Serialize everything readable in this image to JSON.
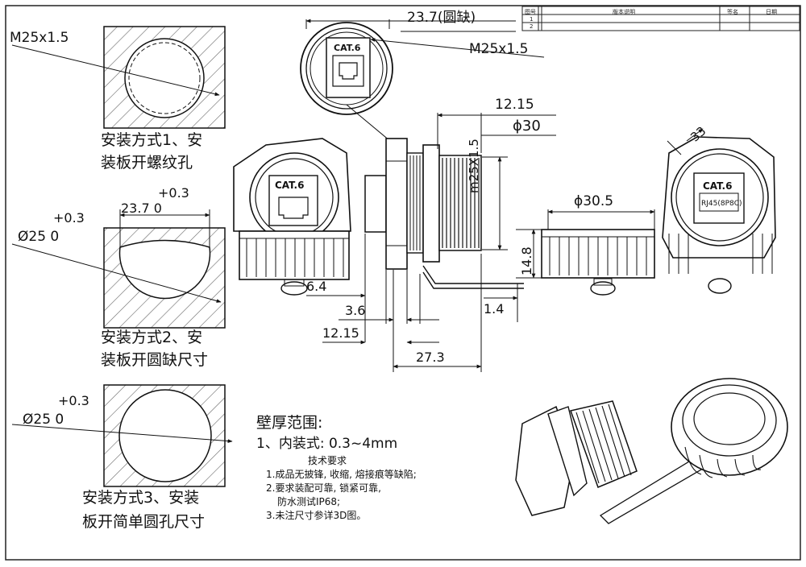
{
  "title_block": {
    "col1": "图号",
    "col2": "版本说明",
    "col3": "签名",
    "col4": "日期",
    "row2": "1",
    "row3": "2"
  },
  "method1": {
    "thread_label": "M25x1.5",
    "caption_line1": "安装方式1、安",
    "caption_line2": "装板开螺纹孔"
  },
  "method2": {
    "tol_a": "+0.3",
    "width_label": "23.7 0",
    "tol_b": "+0.3",
    "dia_label": "Ø25 0",
    "caption_line1": "安装方式2、安",
    "caption_line2": "装板开圆缺尺寸"
  },
  "method3": {
    "tol": "+0.3",
    "dia_label": "Ø25 0",
    "caption_line1": "安装方式3、安装",
    "caption_line2": "板开简单圆孔尺寸"
  },
  "front_view": {
    "flat_label": "23.7(圆缺)",
    "thread_label": "M25x1.5",
    "badge": "CAT.6"
  },
  "side_view": {
    "dim_1215_top": "12.15",
    "dia_30": "ϕ30",
    "thread_vertical": "m25X1.5",
    "dim_64": "6.4",
    "dim_36": "3.6",
    "dim_1215_bottom": "12.15",
    "dim_273": "27.3",
    "dim_14": "1.4",
    "dim_148": "14.8",
    "dia_305": "ϕ30.5",
    "hex_33": "33"
  },
  "left_view": {
    "badge": "CAT.6"
  },
  "right_view": {
    "badge": "CAT.6",
    "rj45": "RJ45(8P8C)"
  },
  "notes": {
    "heading": "壁厚范围:",
    "line1": "1、内装式: 0.3~4mm",
    "tech_title": "技术要求",
    "req1": "1.成品无披锋, 收缩, 熔接痕等缺陷;",
    "req2a": "2.要求装配可靠, 锁紧可靠,",
    "req2b": "防水测试IP68;",
    "req3": "3.未注尺寸参详3D图。"
  },
  "colors": {
    "line": "#1a1a1a",
    "hatch": "#555555",
    "paper": "#ffffff"
  }
}
